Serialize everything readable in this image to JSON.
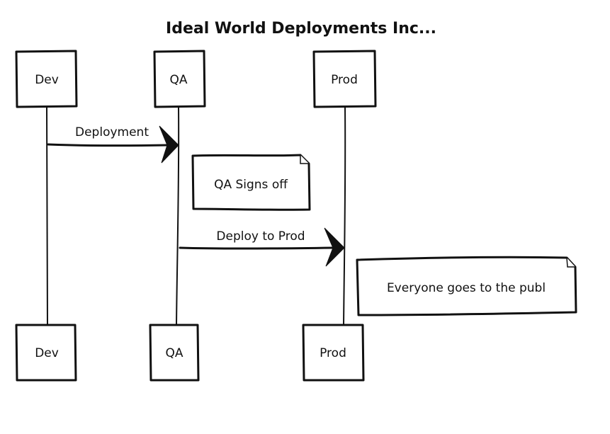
{
  "diagram": {
    "title": "Ideal World Deployments Inc...",
    "participants": [
      {
        "id": "dev",
        "label": "Dev"
      },
      {
        "id": "qa",
        "label": "QA"
      },
      {
        "id": "prod",
        "label": "Prod"
      }
    ],
    "messages": [
      {
        "from": "dev",
        "to": "qa",
        "label": "Deployment"
      },
      {
        "from": "qa",
        "to": "prod",
        "label": "Deploy to Prod"
      }
    ],
    "notes": [
      {
        "over": "qa",
        "text": "QA Signs off"
      },
      {
        "over": "prod",
        "text": "Everyone goes to the publ"
      }
    ],
    "colors": {
      "ink": "#111111",
      "background": "#ffffff"
    }
  }
}
